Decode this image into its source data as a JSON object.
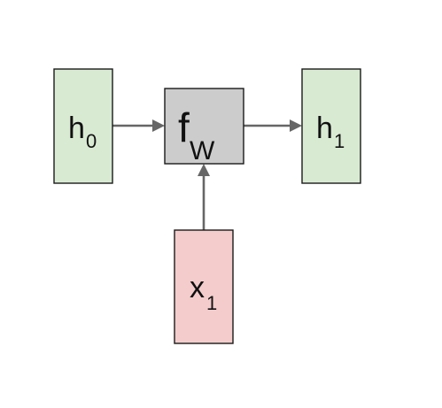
{
  "nodes": {
    "h0": {
      "main": "h",
      "sub": "0"
    },
    "fw": {
      "main": "f",
      "sub": "W"
    },
    "h1": {
      "main": "h",
      "sub": "1"
    },
    "x1": {
      "main": "x",
      "sub": "1"
    }
  },
  "edges": [
    {
      "from": "h0",
      "to": "fw"
    },
    {
      "from": "fw",
      "to": "h1"
    },
    {
      "from": "x1",
      "to": "fw"
    }
  ],
  "colors": {
    "hidden_state_fill": "#d9ead3",
    "input_fill": "#f4cccc",
    "function_fill": "#cccccc",
    "arrow": "#666666"
  }
}
